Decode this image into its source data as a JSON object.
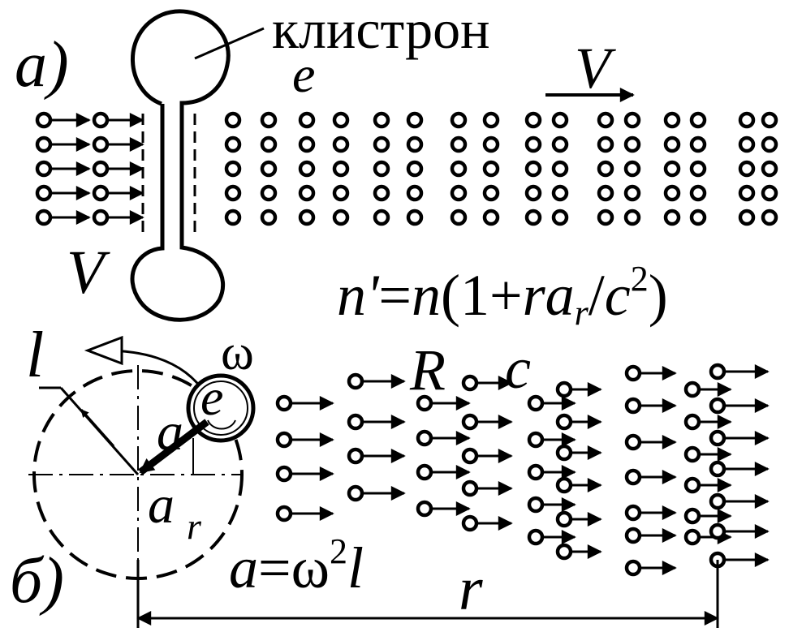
{
  "labels": {
    "panel_a": "а)",
    "panel_b": "б)",
    "klystron": "клистрон",
    "electron_a": "e",
    "velocity_top": "V",
    "velocity_left": "V",
    "formula_n_lhs": "n'",
    "formula_n_eq": "=",
    "formula_n_n": "n",
    "formula_n_open": "(1+",
    "formula_n_r": "r",
    "formula_n_a": "a",
    "formula_n_sub": "r",
    "formula_n_slash": "/",
    "formula_n_c": "c",
    "formula_n_sup": "2",
    "formula_n_close": ")",
    "length_l": "l",
    "omega": "ω",
    "electron_b": "e",
    "accel_a": "a",
    "accel_ar": "a",
    "accel_ar_sub": "r",
    "radius_R": "R",
    "speed_c": "c",
    "formula_a_lhs": "a",
    "formula_a_eq": "=ω",
    "formula_a_sup": "2",
    "formula_a_l": "l",
    "distance_r": "r"
  },
  "colors": {
    "ink": "#000000",
    "paper": "#ffffff"
  }
}
